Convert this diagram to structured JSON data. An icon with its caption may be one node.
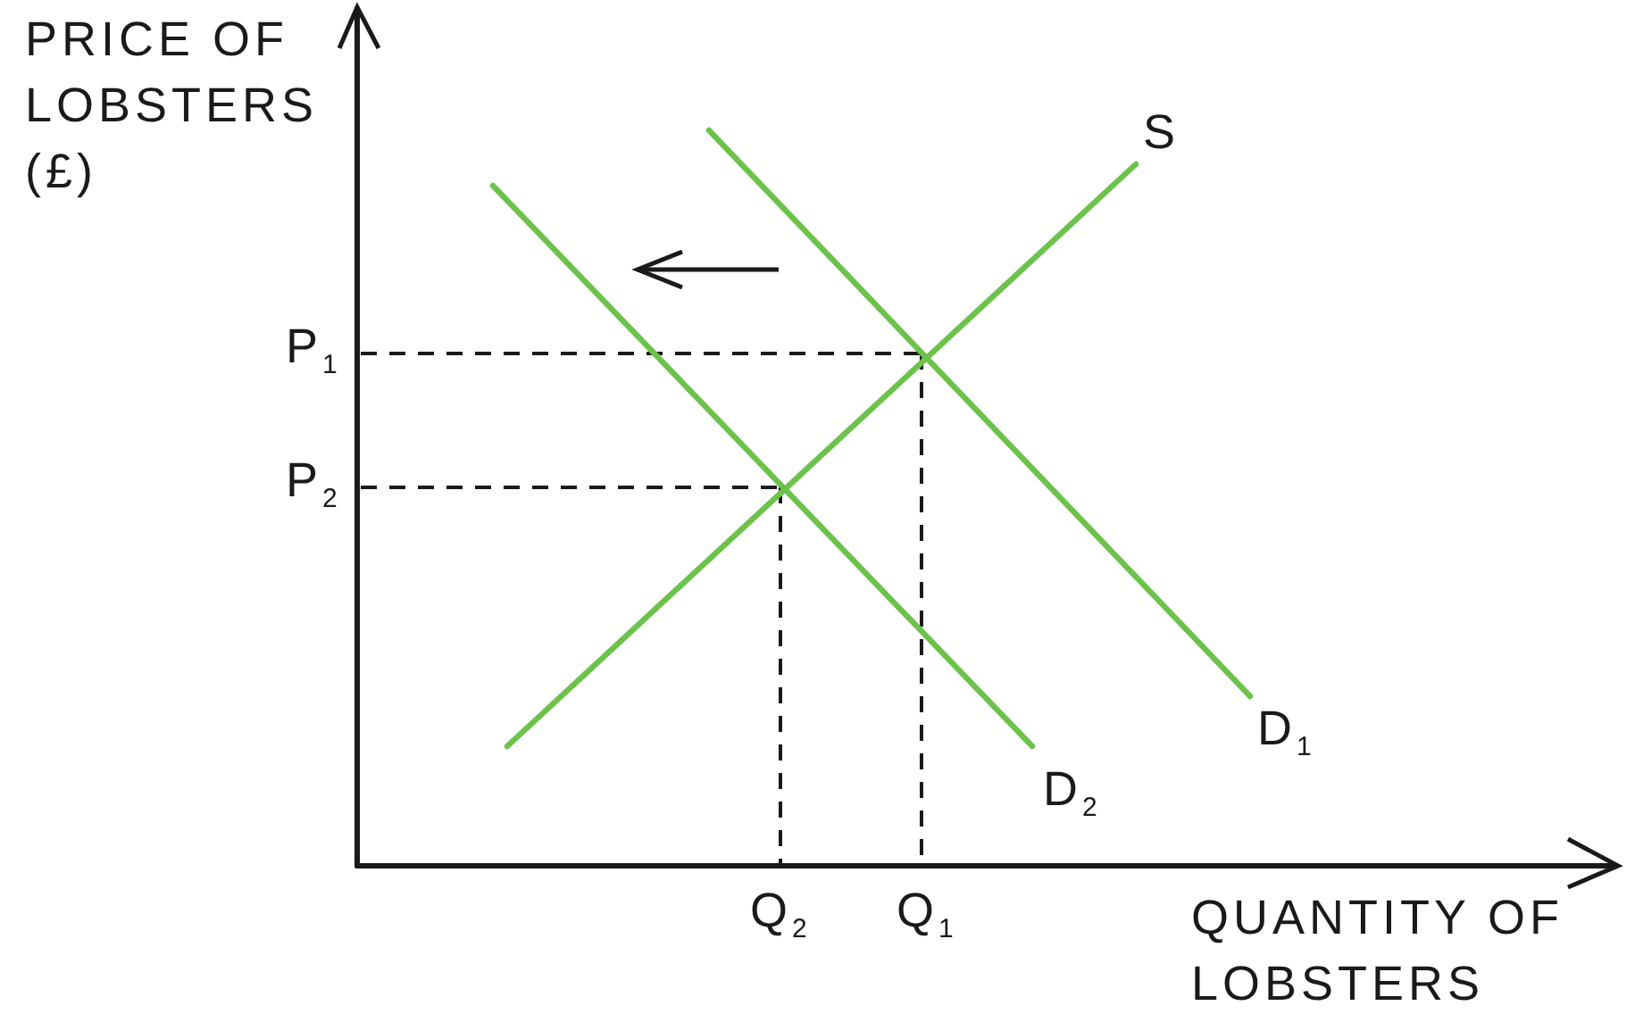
{
  "diagram": {
    "labels": [
      "PRICE OF LOBSTERS (£)",
      "S",
      "P$_{1}$",
      "P$_{2}$",
      "D$_{1}$",
      "D$_{2}$",
      "Q$_{2}$",
      "Q$_{1}$",
      "QUANTITY OF LOBSTERS"
    ]
  }
}
